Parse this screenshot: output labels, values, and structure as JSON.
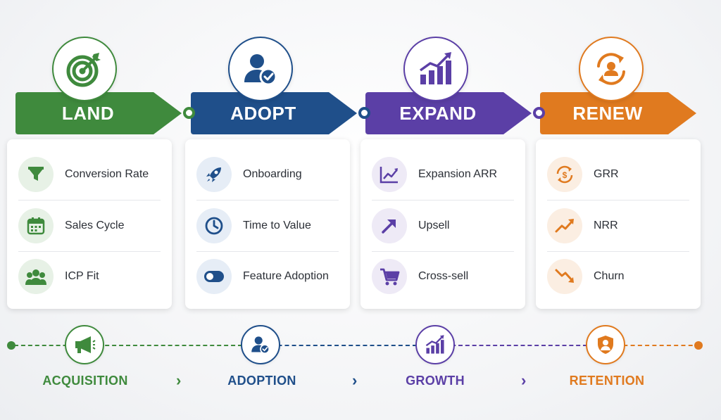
{
  "colors": {
    "land": "#3f8a3d",
    "adopt": "#1f4f8a",
    "expand": "#5b3fa6",
    "renew": "#e07a1f"
  },
  "stages": [
    {
      "key": "land",
      "title": "LAND",
      "icon": "target-icon",
      "metrics": [
        {
          "label": "Conversion Rate",
          "icon": "funnel-icon"
        },
        {
          "label": "Sales Cycle",
          "icon": "calendar-icon"
        },
        {
          "label": "ICP Fit",
          "icon": "users-group-icon"
        }
      ]
    },
    {
      "key": "adopt",
      "title": "ADOPT",
      "icon": "user-check-icon",
      "metrics": [
        {
          "label": "Onboarding",
          "icon": "rocket-icon"
        },
        {
          "label": "Time to Value",
          "icon": "clock-icon"
        },
        {
          "label": "Feature Adoption",
          "icon": "toggle-icon"
        }
      ]
    },
    {
      "key": "expand",
      "title": "EXPAND",
      "icon": "bar-chart-up-icon",
      "metrics": [
        {
          "label": "Expansion ARR",
          "icon": "line-chart-icon"
        },
        {
          "label": "Upsell",
          "icon": "arrow-up-right-icon"
        },
        {
          "label": "Cross-sell",
          "icon": "cart-icon"
        }
      ]
    },
    {
      "key": "renew",
      "title": "RENEW",
      "icon": "user-cycle-icon",
      "metrics": [
        {
          "label": "GRR",
          "icon": "dollar-cycle-icon"
        },
        {
          "label": "NRR",
          "icon": "trend-up-icon"
        },
        {
          "label": "Churn",
          "icon": "trend-down-icon"
        }
      ]
    }
  ],
  "timeline": [
    {
      "label": "ACQUISITION",
      "icon": "megaphone-icon"
    },
    {
      "label": "ADOPTION",
      "icon": "user-check-icon"
    },
    {
      "label": "GROWTH",
      "icon": "bar-chart-up-icon"
    },
    {
      "label": "RETENTION",
      "icon": "shield-user-icon"
    }
  ],
  "chevron": "›"
}
